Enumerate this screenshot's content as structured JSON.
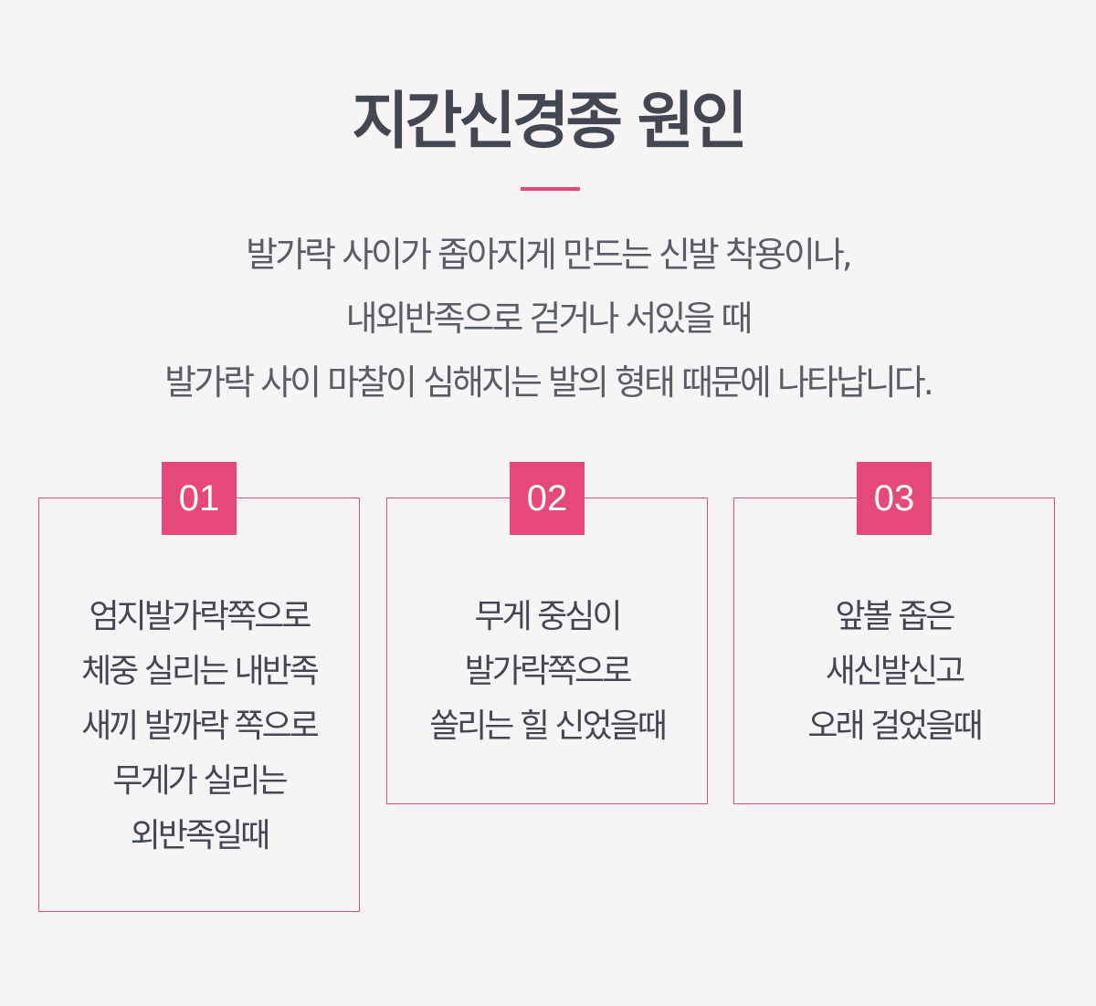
{
  "header": {
    "title": "지간신경종 원인"
  },
  "intro": {
    "lines": [
      "발가락 사이가 좁아지게 만드는 신발 착용이나,",
      "내외반족으로 걷거나 서있을 때",
      "발가락 사이 마찰이 심해지는 발의 형태 때문에 나타납니다."
    ]
  },
  "cards": [
    {
      "number": "01",
      "lines": [
        "엄지발가락쪽으로",
        "체중 실리는 내반족",
        "새끼 발까락 쪽으로",
        "무게가 실리는",
        "외반족일때"
      ]
    },
    {
      "number": "02",
      "lines": [
        "무게 중심이",
        "발가락쪽으로",
        "쏠리는 힐 신었을때"
      ]
    },
    {
      "number": "03",
      "lines": [
        "앞볼 좁은",
        "새신발신고",
        "오래 걸었을때"
      ]
    }
  ],
  "colors": {
    "accent": "#e5497a",
    "border": "#d64f86",
    "background": "#f6f4f5",
    "text": "#434752"
  }
}
